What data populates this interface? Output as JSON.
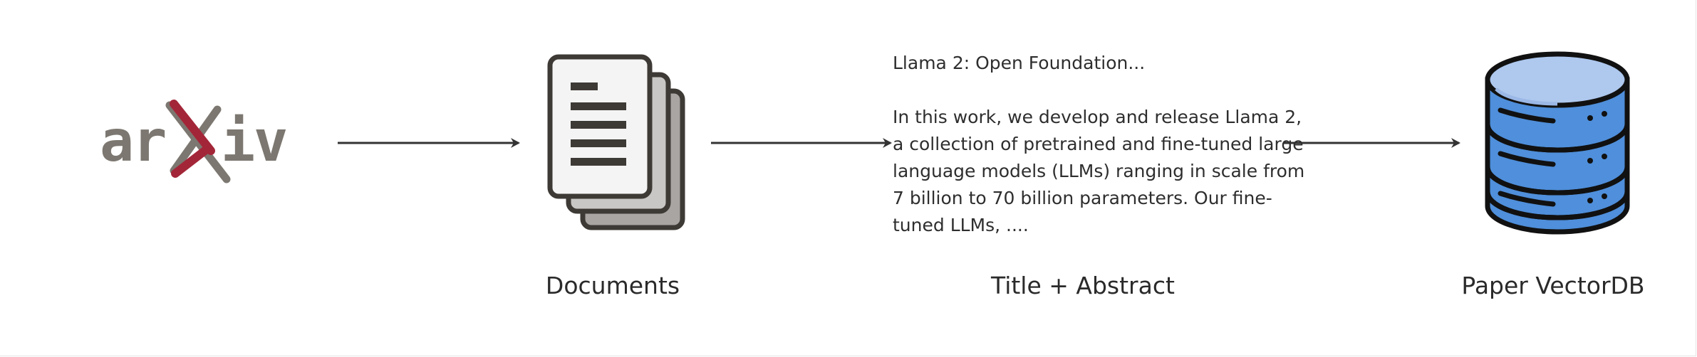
{
  "logo": {
    "name": "arxiv-logo",
    "text": "arXiv"
  },
  "nodes": [
    {
      "id": "documents",
      "icon": "documents-icon",
      "label": "Documents"
    },
    {
      "id": "title-abstract",
      "icon": "abstract-text",
      "label": "Title + Abstract"
    },
    {
      "id": "vectordb",
      "icon": "database-icon",
      "label": "Paper VectorDB"
    }
  ],
  "abstract": {
    "title": "Llama 2: Open Foundation...",
    "lines": [
      "In this work, we develop and release Llama 2,",
      "a collection of pretrained and fine-tuned large",
      "language models (LLMs) ranging in scale from",
      "7 billion to 70 billion parameters. Our fine-",
      "tuned LLMs, ...."
    ]
  },
  "colors": {
    "arrow": "#333333",
    "logo_gray": "#7c7770",
    "logo_red": "#a32638",
    "doc_outline": "#3d3935",
    "doc_paper": "#f4f4f4",
    "doc_back": "#b9b6b3",
    "db_blue": "#4f8fdb",
    "db_top": "#aec8ee",
    "db_outline": "#111111"
  }
}
